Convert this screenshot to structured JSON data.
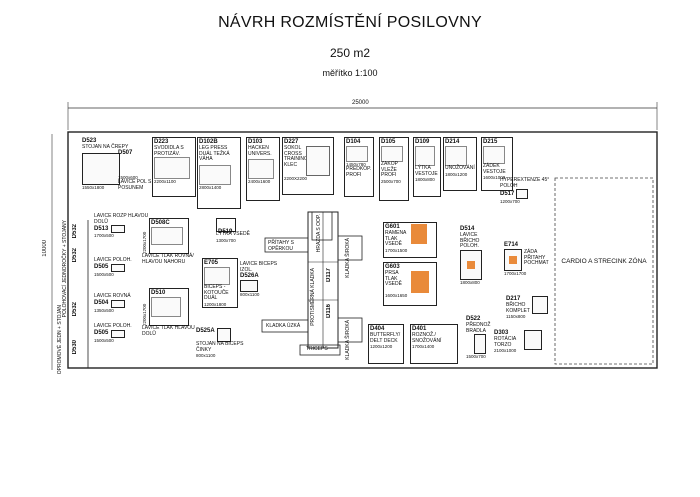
{
  "title": "NÁVRH ROZMÍSTĚNÍ POSILOVNY",
  "area": "250 m2",
  "scale": "měřítko 1:100",
  "dim_width": "25000",
  "dim_height": "10000",
  "wall_left_vertical": "OPROMOVÉ JEDN + STOJAN",
  "wall_left_vertical2": "POLOHOVACÍ JEDNOROČKY + STOJANY",
  "top_row": [
    {
      "code": "D523",
      "label": "STOJAN NA ČREPY",
      "dim": "1550x1800"
    },
    {
      "code": "D507",
      "label": "LAVICE POL S POSUNEM",
      "dim": "1500x600"
    },
    {
      "code": "D223",
      "label": "SVODIDLA S PROTIZÁV.",
      "dim": "2200x1100"
    },
    {
      "code": "D102B",
      "label": "LEG PRESS DUÁL TEŽKÁ VÁHA",
      "dim": "2800x1400"
    },
    {
      "code": "D103",
      "label": "HACKEN UNIVERS.",
      "dim": "2400x1600"
    },
    {
      "code": "D227",
      "label": "SOKOL CROSS TRAINING KLEC",
      "dim": "2200X2200"
    },
    {
      "code": "D104",
      "label": "PREDKOP. PROFI",
      "dim": "1450x780"
    },
    {
      "code": "D105",
      "label": "ZAKOP VLEŽE PROFI",
      "dim": "2500x700"
    },
    {
      "code": "D109",
      "label": "LÝTKA VESTOJE",
      "dim": "1800x800"
    },
    {
      "code": "D214",
      "label": "UNOŽOVÁNÍ",
      "dim": "1800x1200"
    },
    {
      "code": "D215",
      "label": "ZÁDEK VESTOJE",
      "dim": "1600x1000"
    }
  ],
  "left_col": [
    {
      "code": "D513",
      "label": "LAVICE ROZP HLAVOU DOLŮ",
      "dim": "1700x500"
    },
    {
      "code": "D505",
      "label": "LAVICE POLOH.",
      "dim": "1500x500"
    },
    {
      "code": "D504",
      "label": "LAVICE ROVNÁ",
      "dim": "1350x500"
    },
    {
      "code": "D505",
      "label": "LAVICE POLOH.",
      "dim": "1500x500"
    }
  ],
  "side_codes": [
    "D532",
    "D532",
    "D532",
    "D530"
  ],
  "middle": {
    "d508c": {
      "code": "D508C",
      "label": "LAVICE TLAK ROVNÁ/ HLAVOU NAHORU",
      "dim": "2200x1700"
    },
    "d519": {
      "code": "D519",
      "label": "LÝTKA VSEDĚ",
      "dim": "1300x700"
    },
    "e705": {
      "code": "E705",
      "label": "BICEPS - KOTOUČE DUÁL",
      "dim": "1200x1800"
    },
    "d526a": {
      "code": "D526A",
      "label": "LAVICE BICEPS IZOL.",
      "dim": "800x1100"
    },
    "d510": {
      "code": "D510",
      "label": "LAVICE TLAK HLAVOU DOLŮ",
      "dim": "2200x1700"
    },
    "d525a": {
      "code": "D525A",
      "label": "STOJAN NA BICEPS ČINKY",
      "dim": "800x1100"
    }
  },
  "tower": {
    "center": "PROTISMĚRNÁ KLADKA",
    "d117": "D117",
    "d116": "D116",
    "pritahy": "PŘÍTAHY S OPĚRKOU",
    "kladka_uzka": "KLADKA ÚZKÁ",
    "triceps": "TRICEPS",
    "hrazda": "HRAZDA S OOP.",
    "kladka_siroka1": "KLADKA ŠIROKÁ",
    "kladka_siroka2": "KLADKA ŠIROKÁ"
  },
  "right_mid": [
    {
      "code": "G601",
      "label": "RAMENA TLAK VSEDĚ",
      "dim": "1700x1500"
    },
    {
      "code": "G603",
      "label": "PRSA TLAK VSEDĚ",
      "dim": "1600x1650"
    },
    {
      "code": "D514",
      "label": "LAVICE BŘICHO POLOH.",
      "dim": "1800x800"
    },
    {
      "code": "D404",
      "label": "BUTTERFLY/ DELT DECK",
      "dim": "1200x1200"
    },
    {
      "code": "D401",
      "label": "ROZNOŽ./ SNOŽOVÁNÍ",
      "dim": "1700x1400"
    },
    {
      "code": "D522",
      "label": "PŘEDNOŽ BRADLA",
      "dim": "1500x700"
    }
  ],
  "right_col": [
    {
      "code": "D517",
      "label": "HYPEREXTENZE 45° POLOH",
      "dim": "1200x700"
    },
    {
      "code": "E714",
      "label": "ZÁDA PŘITAHY POCHMAT",
      "dim": "1700x1700"
    },
    {
      "code": "D217",
      "label": "BŘICHO KOMPLET",
      "dim": "1150x800"
    },
    {
      "code": "D303",
      "label": "ROTÁCIA TORZO",
      "dim": "2100x1000"
    }
  ],
  "cardio": "CARDIO A STRECINK ZÓNA",
  "colors": {
    "line": "#222222",
    "orange": "#e98a3a"
  }
}
